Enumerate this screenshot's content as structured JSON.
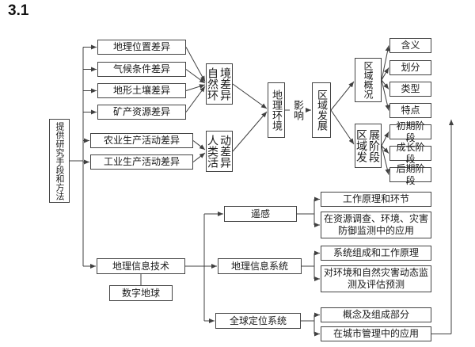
{
  "title": "3.1",
  "colors": {
    "line": "#404040",
    "border": "#444444",
    "text": "#1a1a1a",
    "background": "#ffffff"
  },
  "nodes": {
    "provide": "提供研究手段和方法",
    "location": "地理位置差异",
    "climate": "气候条件差异",
    "terrain": "地形土壤差异",
    "mineral": "矿产资源差异",
    "agriculture": "农业生产活动差异",
    "industry": "工业生产活动差异",
    "nature_env": "自然环境差异",
    "human_activity": "人类活动差异",
    "geo_env": "地理环境",
    "influence": "影响",
    "regional_dev": "区域发展",
    "regional_overview": "区域概况",
    "meaning": "含义",
    "division": "划分",
    "type": "类型",
    "feature": "特点",
    "dev_stages": "区域发展阶段",
    "early_stage": "初期阶段",
    "growth_stage": "成长阶段",
    "late_stage": "后期阶段",
    "geo_info_tech": "地理信息技术",
    "digital_earth": "数字地球",
    "remote_sensing": "遥感",
    "gis": "地理信息系统",
    "gps": "全球定位系统",
    "rs_principle": "工作原理和环节",
    "rs_application": "在资源调查、环境、灾害防御监测中的应用",
    "gis_composition": "系统组成和工作原理",
    "gis_monitoring": "对环境和自然灾害动态监测及评估预测",
    "gps_concept": "概念及组成部分",
    "gps_application": "在城市管理中的应用"
  }
}
